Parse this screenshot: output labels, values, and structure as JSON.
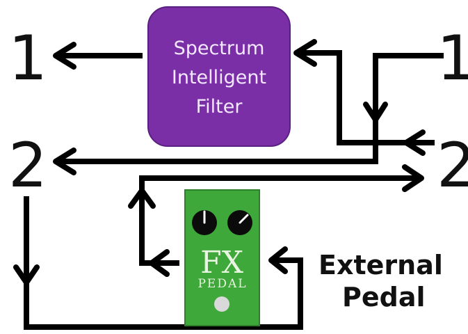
{
  "diagram": {
    "left_ports": {
      "port_1": "1",
      "port_2": "2"
    },
    "right_ports": {
      "port_1": "1",
      "port_2": "2"
    },
    "filter_block": {
      "line_1": "Spectrum",
      "line_2": "Intelligent",
      "line_3": "Filter",
      "color": "#7b2fa6"
    },
    "fx_pedal": {
      "line_1": "FX",
      "line_2": "PEDAL",
      "color": "#3fa83a"
    },
    "external_label": {
      "line_1": "External",
      "line_2": "Pedal"
    }
  }
}
